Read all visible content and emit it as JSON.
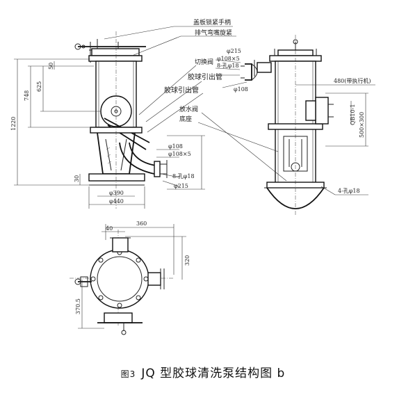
{
  "caption": {
    "fig_no": "图3",
    "title": "JQ 型胶球清洗泵结构图 b"
  },
  "labels": {
    "cover_handle": "盖板锁紧手柄",
    "vent_nut": "排气弯嘴旋紧",
    "switch_valve": "切换阀",
    "ball_outlet_pipe_1": "胶球引出管",
    "ball_outlet_pipe_2": "胶球引出管",
    "drain_valve": "放水阀",
    "base": "底座",
    "actuator": "480(带执行机)",
    "actuator_model": "QB10-1",
    "holes_4": "4-孔φ18"
  },
  "dimensions": {
    "d1220": "1220",
    "d748": "748",
    "d625": "625",
    "d50": "50",
    "d30": "30",
    "d390": "φ390",
    "d440": "φ440",
    "d215_top": "φ215",
    "d108x5_top": "φ108×5",
    "d8h18_top": "8-孔φ18",
    "d108_top": "φ108",
    "d108_low": "φ108",
    "d108x5_low": "φ108×5",
    "d8h18_low": "8-孔φ18",
    "d215_low": "φ215",
    "d500x300": "500×300",
    "d360": "360",
    "d40": "40",
    "d320": "320",
    "d3705": "370.5"
  }
}
